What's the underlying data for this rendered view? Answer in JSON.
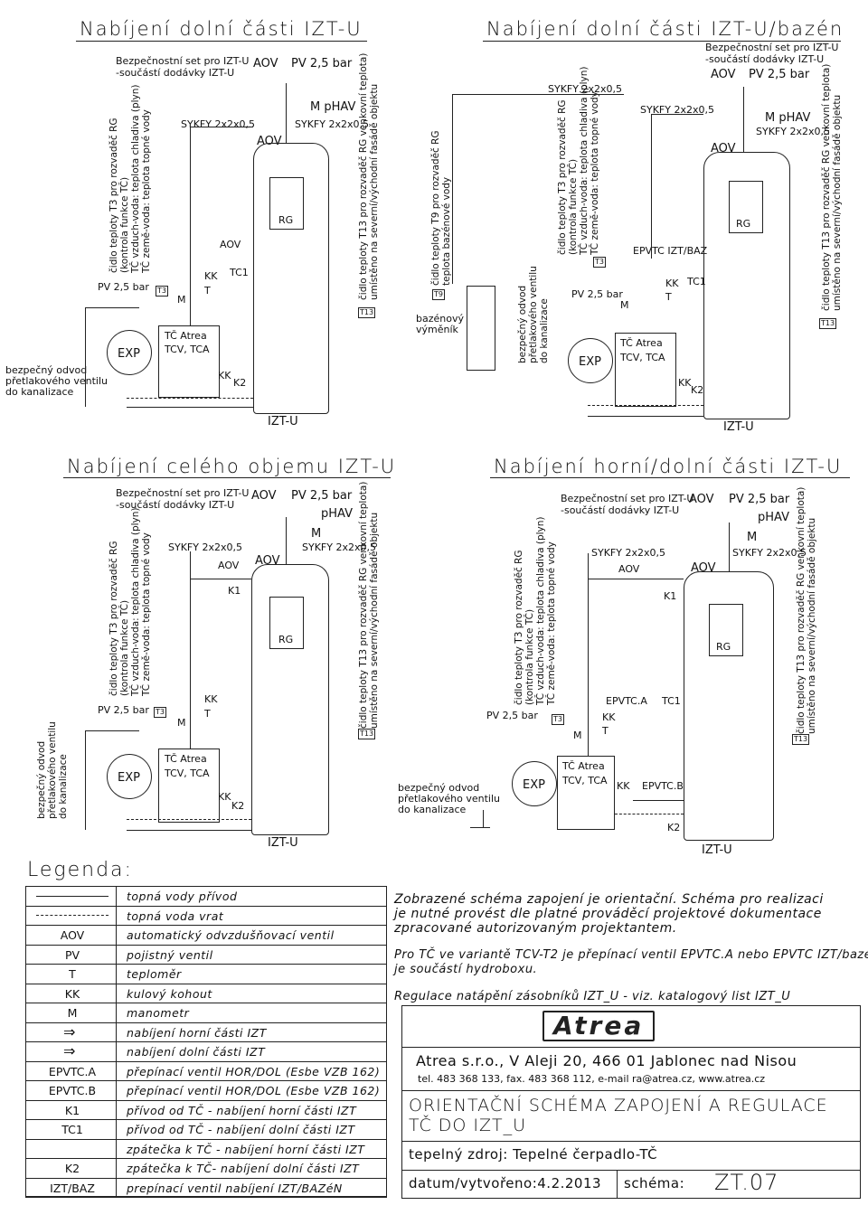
{
  "panels": {
    "p1": {
      "title": "Nabíjení dolní části IZT-U",
      "safety": [
        "Bezpečnostní set pro IZT-U",
        "-součástí dodávky IZT-U"
      ],
      "aov": "AOV",
      "pv_top": "PV 2,5 bar",
      "m_phav": "M pHAV",
      "sykfy_left": "SYKFY 2x2x0,5",
      "sykfy_right": "SYKFY 2x2x0,5",
      "aov_tank": "AOV",
      "aov_small": "AOV",
      "kk": "KK",
      "t": "T",
      "m": "M",
      "tc1": "TC1",
      "pv_left": "PV 2,5 bar",
      "exp": "EXP",
      "tc_atrea": [
        "TČ Atrea",
        "TCV, TCA"
      ],
      "kk2": "KK",
      "k2": "K2",
      "rg": "RG",
      "tank_label": "IZT-U",
      "drain": [
        "bezpečný odvod",
        "přetlakového ventilu",
        "do kanalizace"
      ],
      "sensor_t3_text": [
        "čidlo teploty T3 pro rozvaděč RG",
        "(kontrola funkce TČ)",
        "TČ vzduch-voda: teplota chladiva (plyn)",
        "TČ země-voda: teplota topné vody"
      ],
      "sensor_t13_text": [
        "čidlo teploty T13 pro rozvaděč RG venkovní teplota)",
        "umístěno na severní/východní fasádě objektu"
      ],
      "t3": "T3",
      "t13": "T13"
    },
    "p2": {
      "title": "Nabíjení dolní části IZT-U/bazén",
      "safety": [
        "Bezpečnostní set pro IZT-U",
        "-součástí dodávky IZT-U"
      ],
      "aov": "AOV",
      "pv_top": "PV 2,5 bar",
      "m_phav": "M pHAV",
      "sykfy_top": "SYKFY 2x2x0,5",
      "sykfy_mid": "SYKFY 2x2x0,5",
      "sykfy_right": "SYKFY 2x2x0,5",
      "aov_tank": "AOV",
      "epvtc": "EPVTC IZT/BAZ",
      "kk": "KK",
      "t": "T",
      "m": "M",
      "tc1": "TC1",
      "pv_left": "PV 2,5 bar",
      "exp": "EXP",
      "tc_atrea": [
        "TČ Atrea",
        "TCV, TCA"
      ],
      "kk2": "KK",
      "k2": "K2",
      "rg": "RG",
      "tank_label": "IZT-U",
      "pool": [
        "bazénový",
        "výměník"
      ],
      "drain": [
        "bezpečný odvod",
        "přetlakového ventilu",
        "do kanalizace"
      ],
      "sensor_t9_text": [
        "čidlo teploty T9 pro rozvaděč RG",
        "teplota bazénové vody"
      ],
      "sensor_t3_text": [
        "čidlo teploty T3 pro rozvaděč RG",
        "(kontrola funkce TČ)",
        "TČ vzduch-voda: teplota chladiva (plyn)",
        "TČ země-voda: teplota topné vody"
      ],
      "sensor_t13_text": [
        "čidlo teploty T13 pro rozvaděč RG venkovní teplota)",
        "umístěno na severní/východní fasádě objektu"
      ],
      "t9": "T9",
      "t3": "T3",
      "t13": "T13"
    },
    "p3": {
      "title": "Nabíjení celého objemu IZT-U",
      "safety": [
        "Bezpečnostní set pro IZT-U",
        "-součástí dodávky IZT-U"
      ],
      "aov": "AOV",
      "pv_top": "PV 2,5 bar",
      "m_phav": "pHAV",
      "m": "M",
      "sykfy_left": "SYKFY 2x2x0,5",
      "sykfy_right": "SYKFY 2x2x0,5",
      "aov_tank": "AOV",
      "aov_small": "AOV",
      "k1": "K1",
      "kk": "KK",
      "t": "T",
      "m_gauge": "M",
      "pv_left": "PV 2,5 bar",
      "exp": "EXP",
      "tc_atrea": [
        "TČ Atrea",
        "TCV, TCA"
      ],
      "kk2": "KK",
      "k2": "K2",
      "rg": "RG",
      "tank_label": "IZT-U",
      "drain": [
        "bezpečný odvod",
        "přetlakového ventilu",
        "do kanalizace"
      ],
      "sensor_t3_text": [
        "čidlo teploty T3 pro rozvaděč RG",
        "(kontrola funkce TČ)",
        "TČ vzduch-voda: teplota chladiva (plyn)",
        "TČ země-voda: teplota topné vody"
      ],
      "sensor_t13_text": [
        "čidlo teploty T13 pro rozvaděč RG venkovní teplota)",
        "umístěno na severní/východní fasádě objektu"
      ],
      "t3": "T3",
      "t13": "T13"
    },
    "p4": {
      "title": "Nabíjení horní/dolní části IZT-U",
      "safety": [
        "Bezpečnostní set pro IZT-U",
        "-součástí dodávky IZT-U"
      ],
      "aov": "AOV",
      "pv_top": "PV 2,5 bar",
      "m_phav": "pHAV",
      "m": "M",
      "sykfy_left": "SYKFY 2x2x0,5",
      "sykfy_right": "SYKFY 2x2x0,5",
      "aov_tank": "AOV",
      "aov_small": "AOV",
      "k1": "K1",
      "epvtca": "EPVTC.A",
      "epvtcb": "EPVTC.B",
      "kk": "KK",
      "t": "T",
      "m_gauge": "M",
      "tc1": "TC1",
      "pv_left": "PV 2,5 bar",
      "exp": "EXP",
      "tc_atrea": [
        "TČ Atrea",
        "TCV, TCA"
      ],
      "kk2": "KK",
      "k2": "K2",
      "rg": "RG",
      "tank_label": "IZT-U",
      "drain": [
        "bezpečný odvod",
        "přetlakového ventilu",
        "do kanalizace"
      ],
      "sensor_t3_text": [
        "čidlo teploty T3 pro rozvaděč RG",
        "(kontrola funkce TČ)",
        "TČ vzduch-voda: teplota chladiva (plyn)",
        "TČ země-voda: teplota topné vody"
      ],
      "sensor_t13_text": [
        "čidlo teploty T13 pro rozvaděč RG venkovní teplota)",
        "umístěno na severní/východní fasádě objektu"
      ],
      "t3": "T3",
      "t13": "T13"
    }
  },
  "legend": {
    "title": "Legenda:",
    "rows": [
      {
        "sym": "",
        "desc": "topná vody přívod"
      },
      {
        "sym": "",
        "desc": "topná voda vrat"
      },
      {
        "sym": "AOV",
        "desc": "automatický odvzdušňovací ventil"
      },
      {
        "sym": "PV",
        "desc": "pojistný ventil"
      },
      {
        "sym": "T",
        "desc": "teploměr"
      },
      {
        "sym": "KK",
        "desc": "kulový kohout"
      },
      {
        "sym": "M",
        "desc": "manometr"
      },
      {
        "sym": "",
        "desc": "nabíjení horní části IZT"
      },
      {
        "sym": "",
        "desc": "nabíjení dolní části IZT"
      },
      {
        "sym": "EPVTC.A",
        "desc": "přepínací ventil HOR/DOL (Esbe VZB 162)"
      },
      {
        "sym": "EPVTC.B",
        "desc": "přepínací ventil HOR/DOL (Esbe VZB 162)"
      },
      {
        "sym": "K1",
        "desc": "přívod od TČ - nabíjení horní části IZT"
      },
      {
        "sym": "TC1",
        "desc": "přívod od TČ - nabíjení dolní části IZT"
      },
      {
        "sym": "",
        "desc": "zpátečka k TČ - nabíjení horní části IZT"
      },
      {
        "sym": "K2",
        "desc": "zpátečka k TČ- nabíjení dolní části IZT"
      },
      {
        "sym": "IZT/BAZ",
        "desc": "prepínací ventil nabíjení IZT/BAZéN"
      }
    ]
  },
  "notes": {
    "n1": [
      "Zobrazené schéma zapojení je orientační. Schéma pro realizaci",
      "je nutné provést dle platné prováděcí projektové dokumentace",
      "zpracované autorizovaným projektantem."
    ],
    "n2": [
      "Pro TČ ve variantě TCV-T2 je přepínací ventil EPVTC.A nebo EPVTC IZT/bazén",
      "je součástí hydroboxu."
    ],
    "n3": "Regulace natápění zásobníků IZT_U - viz. katalogový list IZT_U"
  },
  "titleblock": {
    "logo": "Atrea",
    "company": "Atrea s.r.o., V Aleji 20, 466 01 Jablonec nad Nisou",
    "contact": "tel. 483 368 133, fax. 483 368 112, e-mail ra@atrea.cz, www.atrea.cz",
    "doc_title": [
      "ORIENTAČNÍ SCHÉMA ZAPOJENÍ A REGULACE",
      "TČ DO IZT_U"
    ],
    "source": "tepelný zdroj: Tepelné čerpadlo-TČ",
    "date": "datum/vytvořeno:4.2.2013",
    "schema_label": "schéma:",
    "schema_no": "ZT.07"
  }
}
